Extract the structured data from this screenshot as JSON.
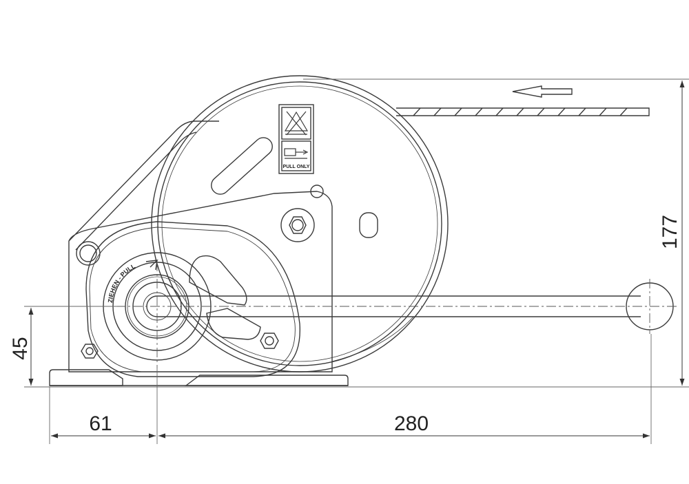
{
  "dimensions": {
    "overall_height": "177",
    "handle_axis_height": "45",
    "base_to_axis": "61",
    "handle_length": "280"
  },
  "labels": {
    "direction_ring": "ZIEHEN - PULL",
    "pull_only": "PULL ONLY"
  },
  "icons": [
    "no-lifting-icon",
    "pull-only-icon",
    "pull-direction-arrow"
  ],
  "colors": {
    "line": "#3a3a3a",
    "background": "#ffffff"
  }
}
